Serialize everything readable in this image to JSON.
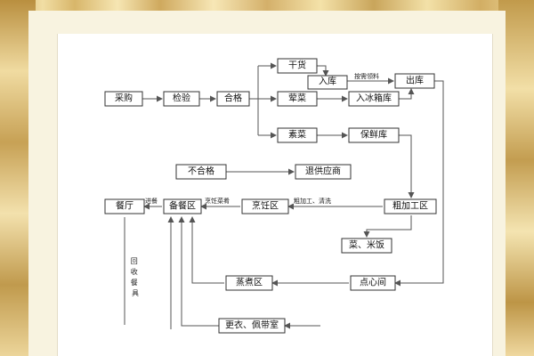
{
  "nodes": {
    "purchase": "采购",
    "inspect": "检验",
    "qualified": "合格",
    "dry_goods": "干货",
    "storage_in": "入库",
    "meat_dishes": "荤菜",
    "freezer_in": "入冰箱库",
    "vegetables": "素菜",
    "fresh_storage": "保鲜库",
    "storage_out": "出库",
    "unqualified": "不合格",
    "return_supplier": "退供应商",
    "restaurant": "餐厅",
    "prep_area": "备餐区",
    "cooking_area": "烹饪区",
    "rough_processing": "粗加工区",
    "dishes_rice": "菜、米饭",
    "steaming_area": "蒸煮区",
    "pastry_room": "点心间",
    "changing_room": "更衣、佩带室"
  },
  "edge_labels": {
    "issue_by_request": "按需领料",
    "serve": "进餐",
    "cooked_dishes": "烹饪菜肴",
    "rough_wash": "粗加工、清洗",
    "recycle_tableware": "回收餐具"
  },
  "colors": {
    "frame": "#d4b06a",
    "mat": "#f8f3e0",
    "paper": "#ffffff",
    "line": "#555555"
  }
}
